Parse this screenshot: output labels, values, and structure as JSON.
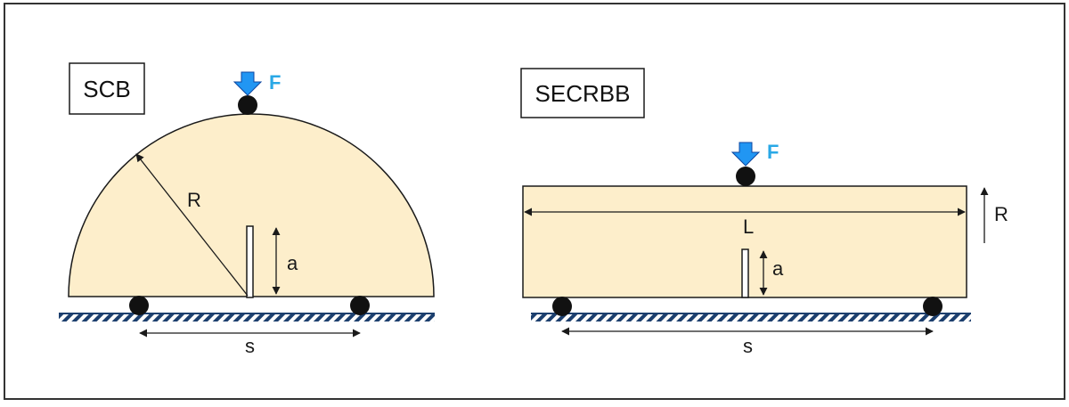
{
  "colors": {
    "specimen_fill": "#fdeecb",
    "outline": "#1a1a1a",
    "force_arrow": "#2196f3",
    "force_label": "#29a8e6",
    "support_hatch": "#1c3f6e"
  },
  "scb": {
    "title": "SCB",
    "force_label": "F",
    "radius_label": "R",
    "notch_label": "a",
    "span_label": "s"
  },
  "secrbb": {
    "title": "SECRBB",
    "force_label": "F",
    "length_label": "L",
    "height_label": "R",
    "notch_label": "a",
    "span_label": "s"
  }
}
